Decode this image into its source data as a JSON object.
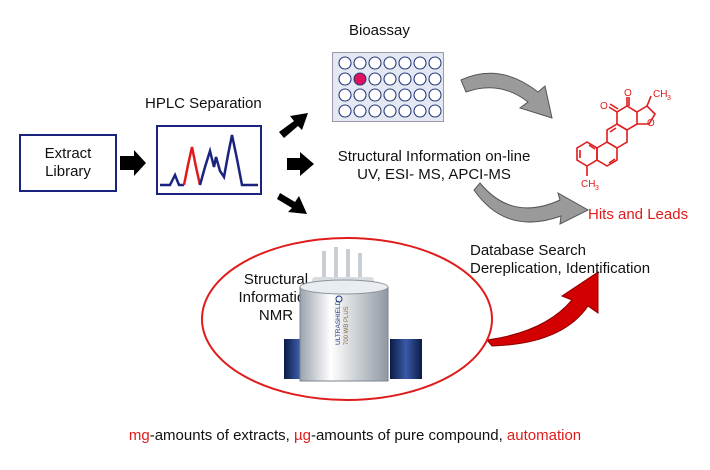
{
  "labels": {
    "bioassay": "Bioassay",
    "hplc_separation": "HPLC Separation",
    "extract_line1": "Extract",
    "extract_line2": "Library",
    "structural_online_line1": "Structural Information on-line",
    "structural_online_line2": "UV, ESI- MS, APCI-MS",
    "hits_and_leads": "Hits and Leads",
    "database_line1": "Database Search",
    "database_line2": "Dereplication, Identification",
    "nmr_line1": "Structural",
    "nmr_line2": "Information",
    "nmr_line3": "NMR",
    "magnet_brand": "ULTRASHIELD",
    "magnet_model": "700 WB PLUS"
  },
  "molecule": {
    "carbonyl1": "O",
    "carbonyl2": "O",
    "ring_oxygen": "O",
    "methyl_top": "CH",
    "methyl_top_sub": "3",
    "methyl_bottom": "CH",
    "methyl_bottom_sub": "3"
  },
  "footer": {
    "part1": "mg",
    "part2": "-amounts of extracts, ",
    "part3": "µg",
    "part4": "-amounts of pure compound, ",
    "part5": "automation"
  },
  "colors": {
    "accent_red": "#e01b1b",
    "box_border": "#1a237e",
    "chromatogram_blue": "#1a237e"
  }
}
